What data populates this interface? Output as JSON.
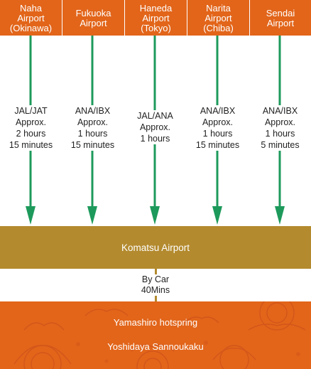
{
  "origins": [
    {
      "line1": "Naha",
      "line2": "Airport",
      "line3": "(Okinawa)"
    },
    {
      "line1": "Fukuoka",
      "line2": "Airport",
      "line3": ""
    },
    {
      "line1": "Haneda",
      "line2": "Airport",
      "line3": "(Tokyo)"
    },
    {
      "line1": "Narita",
      "line2": "Airport",
      "line3": "(Chiba)"
    },
    {
      "line1": "Sendai",
      "line2": "Airport",
      "line3": ""
    }
  ],
  "routes": [
    {
      "airlines": "JAL/JAT",
      "approx": "Approx.",
      "hours": "2 hours",
      "minutes": "15 minutes"
    },
    {
      "airlines": "ANA/IBX",
      "approx": "Approx.",
      "hours": "1 hours",
      "minutes": "15 minutes"
    },
    {
      "airlines": "JAL/ANA",
      "approx": "Approx.",
      "hours": "1 hours",
      "minutes": ""
    },
    {
      "airlines": "ANA/IBX",
      "approx": "Approx.",
      "hours": "1 hours",
      "minutes": "15 minutes"
    },
    {
      "airlines": "ANA/IBX",
      "approx": "Approx.",
      "hours": "1 hours",
      "minutes": "5 minutes"
    }
  ],
  "hub": {
    "name": "Komatsu Airport"
  },
  "transfer": {
    "mode": "By Car",
    "duration": "40Mins"
  },
  "destination": {
    "area": "Yamashiro hotspring",
    "inn": "Yoshidaya Sannoukaku"
  },
  "colors": {
    "origin_box": "#e2651a",
    "arrow": "#1d9a5b",
    "hub": "#b38a2e",
    "destination": "#e2651a",
    "pattern": "#d4561a"
  }
}
